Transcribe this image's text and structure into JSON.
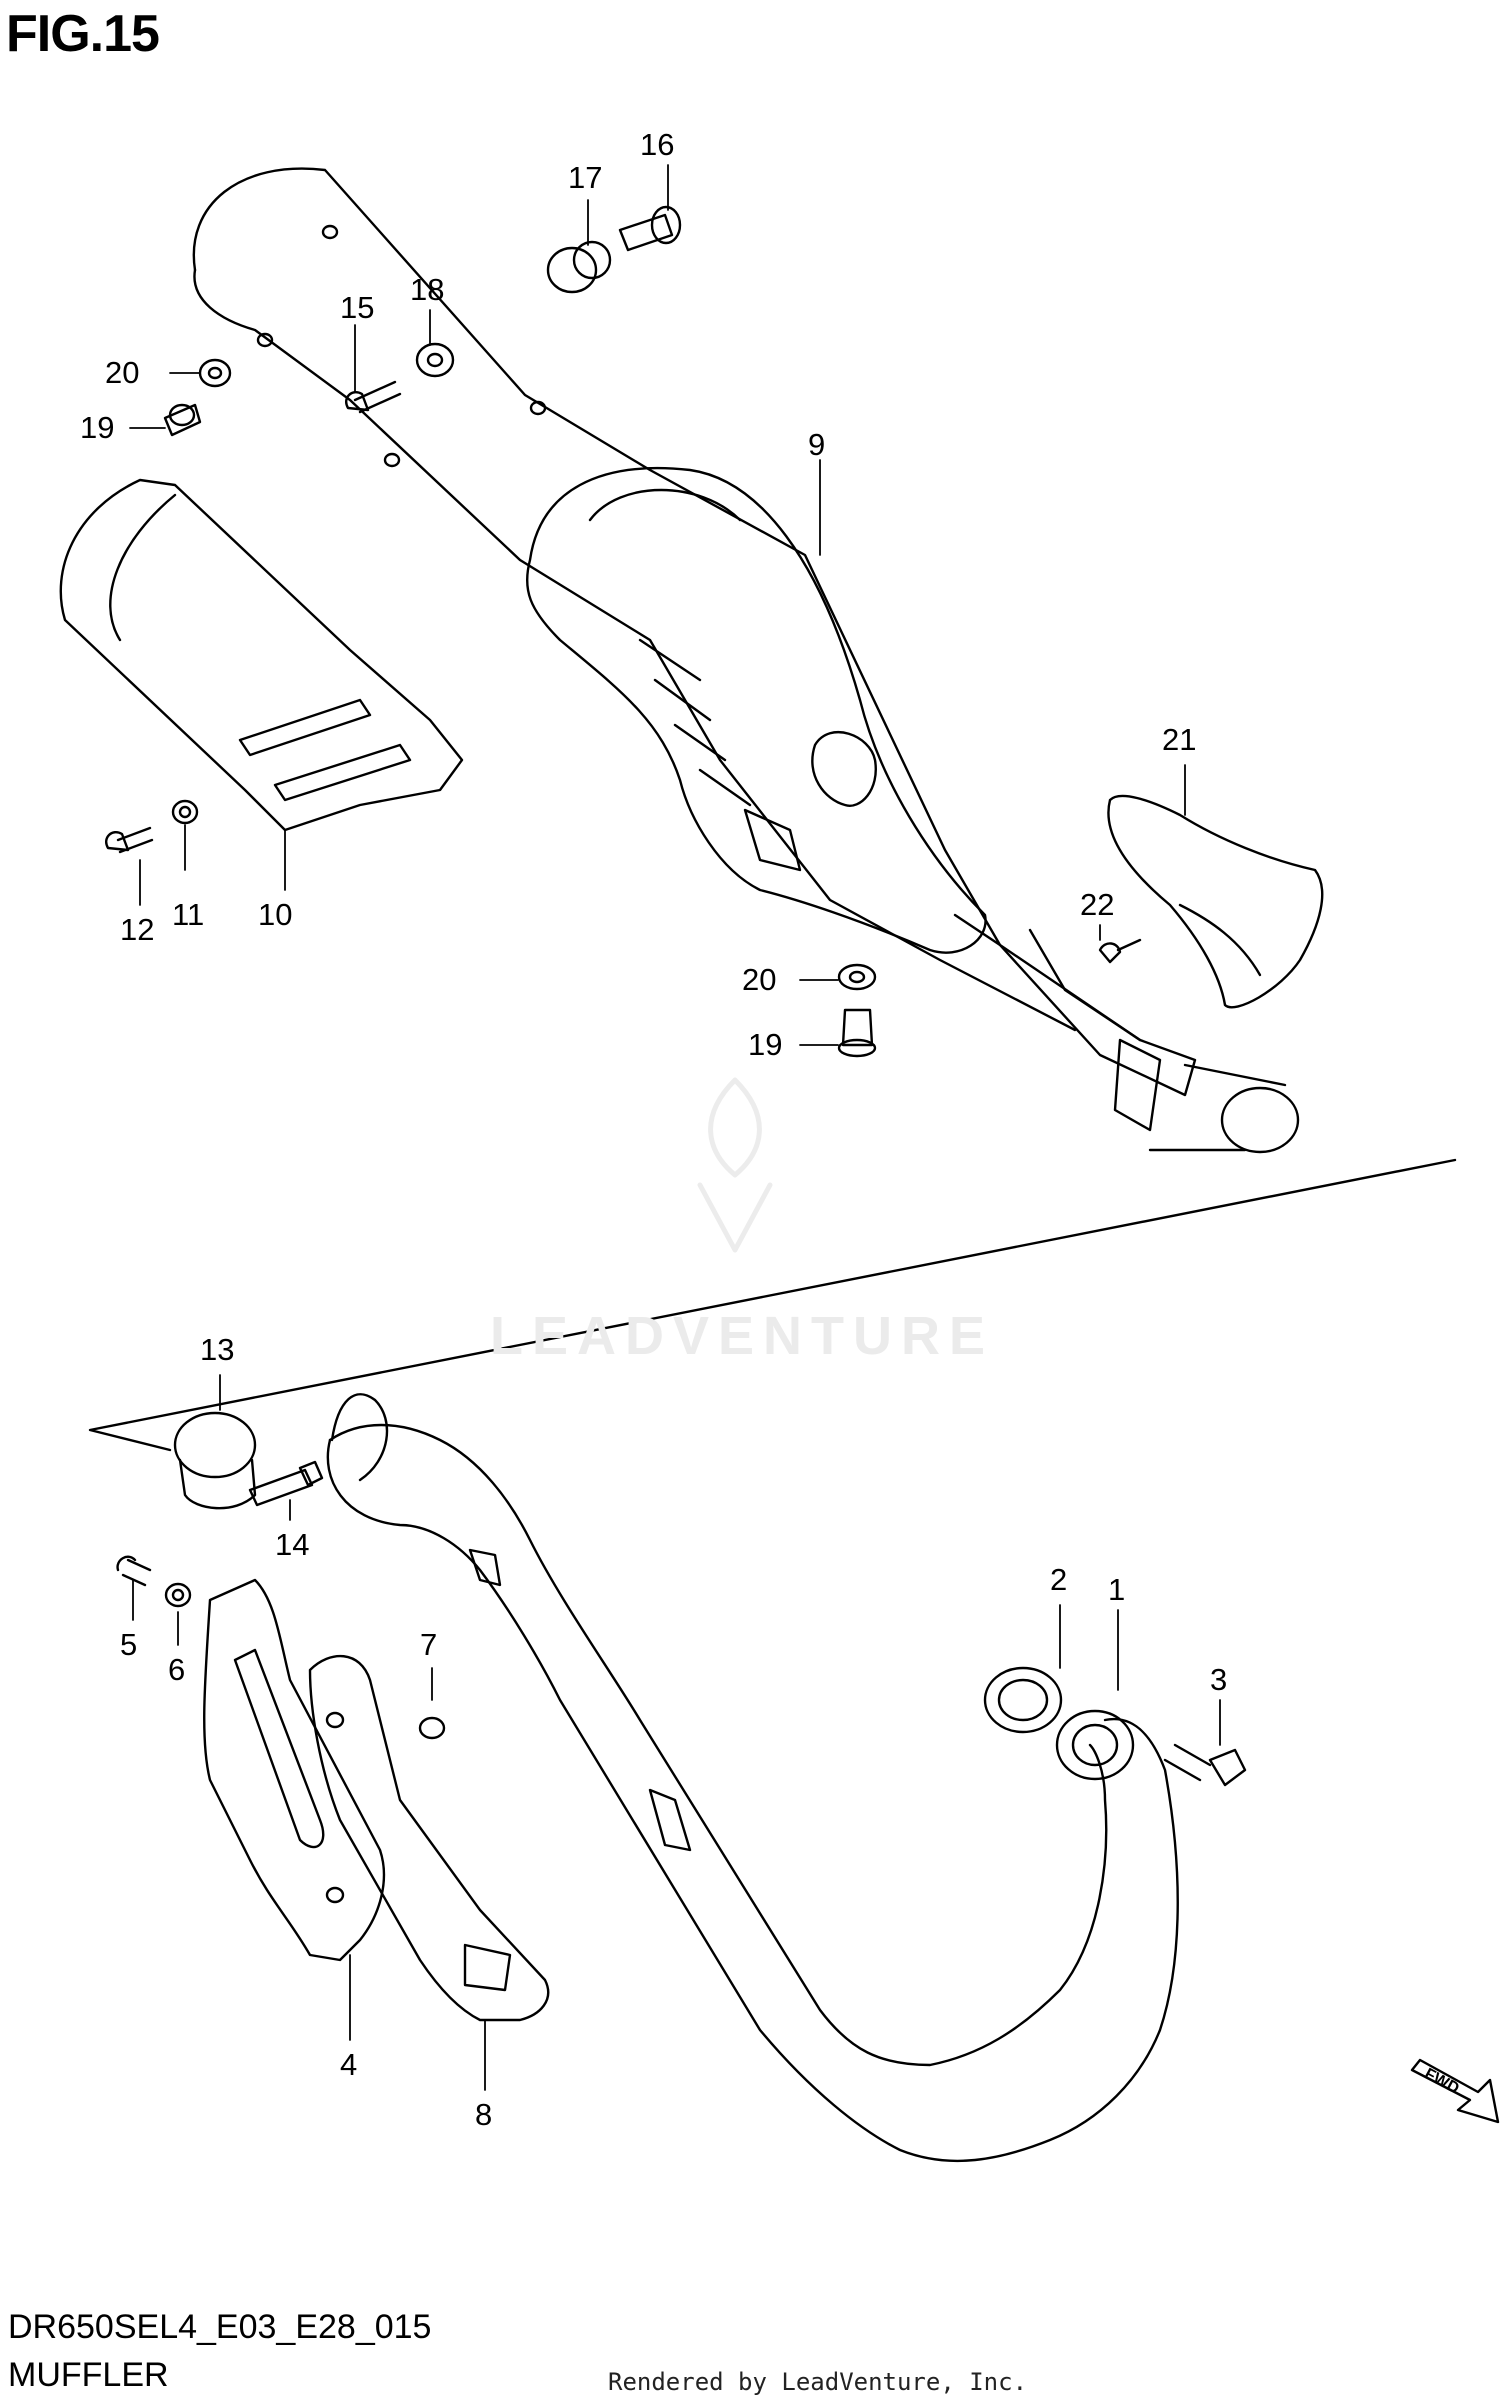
{
  "figure": {
    "title": "FIG.15",
    "code": "DR650SEL4_E03_E28_015",
    "name": "MUFFLER",
    "rendered_by": "Rendered by LeadVenture, Inc.",
    "watermark": "LEADVENTURE",
    "fwd_label": "FWD"
  },
  "callouts": [
    "1",
    "2",
    "3",
    "4",
    "5",
    "6",
    "7",
    "8",
    "9",
    "10",
    "11",
    "12",
    "13",
    "14",
    "15",
    "16",
    "17",
    "18",
    "19",
    "20",
    "19",
    "20",
    "21",
    "22"
  ],
  "colors": {
    "line": "#000000",
    "background": "#ffffff",
    "watermark": "#ebebeb"
  }
}
